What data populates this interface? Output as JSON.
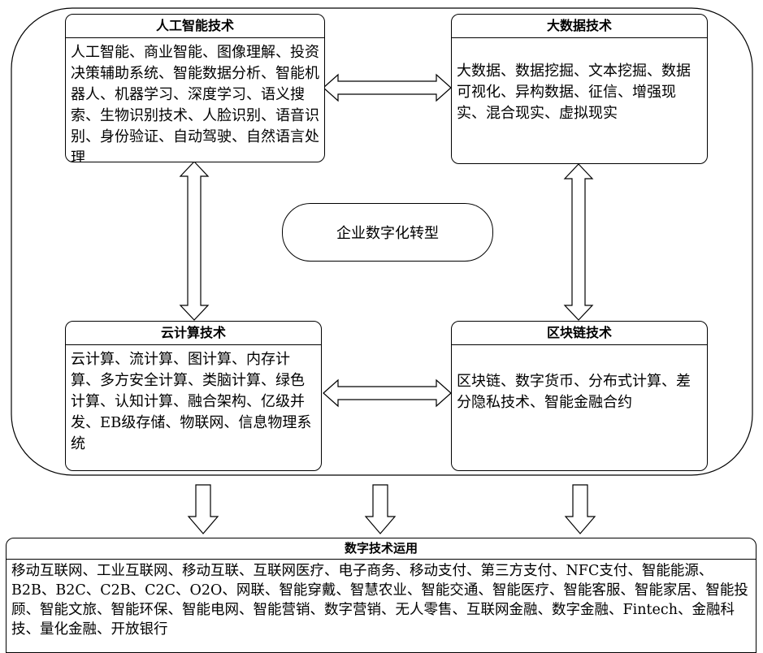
{
  "diagram": {
    "center_label": "企业数字化转型",
    "boxes": {
      "ai": {
        "title": "人工智能技术",
        "body": "人工智能、商业智能、图像理解、投资决策辅助系统、智能数据分析、智能机器人、机器学习、深度学习、语义搜索、生物识别技术、人脸识别、语音识别、身份验证、自动驾驶、自然语言处理"
      },
      "bigdata": {
        "title": "大数据技术",
        "body": "大数据、数据挖掘、文本挖掘、数据可视化、异构数据、征信、增强现实、混合现实、虚拟现实"
      },
      "cloud": {
        "title": "云计算技术",
        "body": "云计算、流计算、图计算、内存计算、多方安全计算、类脑计算、绿色计算、认知计算、融合架构、亿级并发、EB级存储、物联网、信息物理系统"
      },
      "blockchain": {
        "title": "区块链技术",
        "body": "区块链、数字货币、分布式计算、差分隐私技术、智能金融合约"
      }
    },
    "application": {
      "title": "数字技术运用",
      "body": "移动互联网、工业互联网、移动互联、互联网医疗、电子商务、移动支付、第三方支付、NFC支付、智能能源、B2B、B2C、C2B、C2C、O2O、网联、智能穿戴、智慧农业、智能交通、智能医疗、智能客服、智能家居、智能投顾、智能文旅、智能环保、智能电网、智能营销、数字营销、无人零售、互联网金融、数字金融、Fintech、金融科技、量化金融、开放银行"
    }
  }
}
